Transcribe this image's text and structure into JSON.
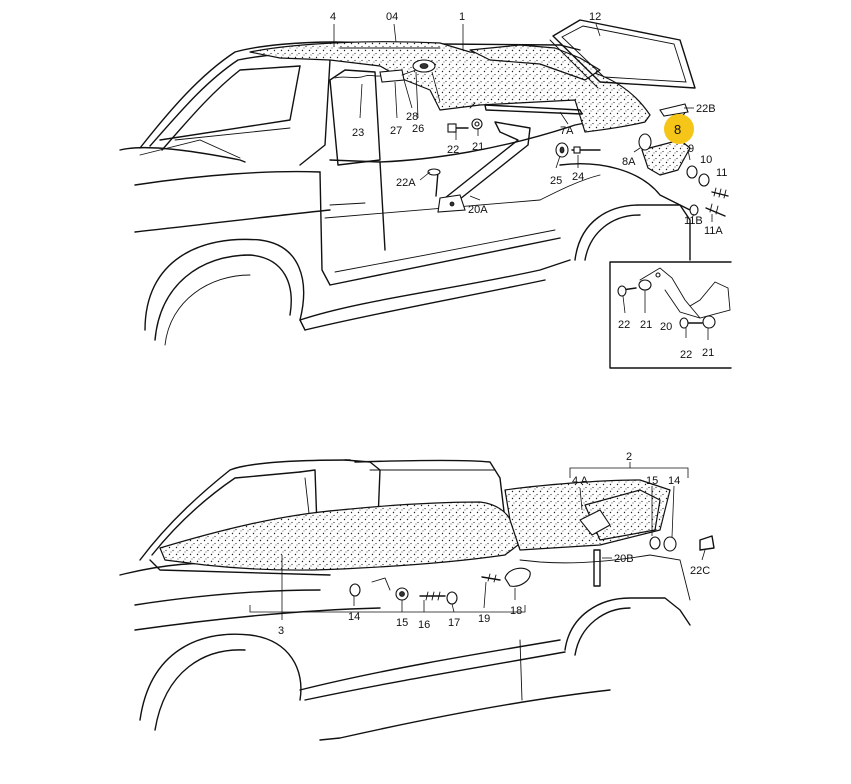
{
  "labels": {
    "p4": "4",
    "p04": "04",
    "p1": "1",
    "p12": "12",
    "p22B": "22B",
    "p28": "28",
    "p23": "23",
    "p27": "27",
    "p26": "26",
    "p7A": "7A",
    "p8": "8",
    "p22_top": "22",
    "p21_top": "21",
    "p8A": "8A",
    "p9": "9",
    "p10": "10",
    "p11": "11",
    "p25": "25",
    "p24": "24",
    "p22A": "22A",
    "p20A": "20A",
    "p11B": "11B",
    "p11A": "11A",
    "inset_22a": "22",
    "inset_21a": "21",
    "inset_20": "20",
    "inset_22b": "22",
    "inset_21b": "21",
    "b2": "2",
    "b4A": "4 A",
    "b15_top": "15",
    "b14_top": "14",
    "b20B": "20B",
    "b22C": "22C",
    "b3": "3",
    "b14": "14",
    "b15": "15",
    "b16": "16",
    "b17": "17",
    "b19": "19",
    "b18": "18"
  },
  "highlight": {
    "target": "8",
    "color": "#F5C518"
  }
}
